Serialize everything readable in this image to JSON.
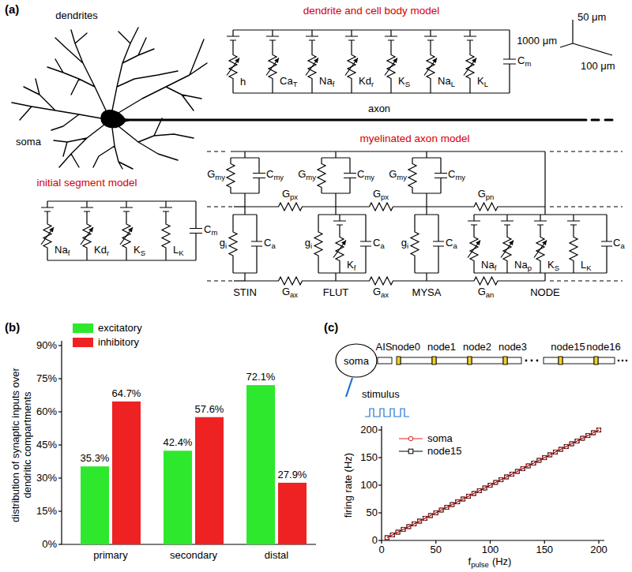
{
  "diagram": {
    "nodes": [
      {
        "text": [
          "soma"
        ]
      }
    ],
    "labels": [
      "(a)",
      "dendrites",
      "soma",
      "axon",
      "dendrite and cell body model",
      "h",
      "Ca",
      "T",
      "Na",
      "f",
      "Kd",
      "r",
      "K",
      "S",
      "Na",
      "L",
      "K",
      "L",
      "C",
      "m",
      "1000 μm",
      "50 μm",
      "100 μm",
      "myelinated axon model",
      "G",
      "my",
      "C",
      "my",
      "G",
      "my",
      "C",
      "my",
      "G",
      "my",
      "C",
      "my",
      "G",
      "px",
      "G",
      "px",
      "G",
      "pn",
      "g",
      "i",
      "C",
      "a",
      "g",
      "i",
      "K",
      "f",
      "C",
      "a",
      "g",
      "i",
      "C",
      "a",
      "Na",
      "f",
      "Na",
      "p",
      "K",
      "S",
      "L",
      "K",
      "C",
      "a",
      "G",
      "ax",
      "G",
      "ax",
      "G",
      "an",
      "STIN",
      "FLUT",
      "MYSA",
      "NODE",
      "initial segment model",
      "Na",
      "f",
      "Kd",
      "r",
      "K",
      "S",
      "L",
      "K",
      "C",
      "m",
      "(b)",
      "distribution of synaptic inputs over dendritic compartments",
      "0%",
      "15%",
      "30%",
      "45%",
      "60%",
      "75%",
      "90%",
      "35.3%",
      "64.7%",
      "42.4%",
      "57.6%",
      "72.1%",
      "27.9%",
      "primary",
      "secondary",
      "distal",
      "(c)",
      "AIS",
      "node0",
      "node1",
      "node2",
      "node3",
      "node15",
      "node16",
      "stimulus",
      "firing rate (Hz)",
      "0",
      "50",
      "100",
      "150",
      "200",
      "0",
      "50",
      "100",
      "150",
      "200",
      "f",
      "pulse",
      "(Hz)"
    ],
    "legend": [
      {
        "text": "excitatory",
        "color": "#2ee82e"
      },
      {
        "text": "inhibitory",
        "color": "#ee2222"
      },
      {
        "text": "soma"
      },
      {
        "text": "node15"
      }
    ]
  }
}
